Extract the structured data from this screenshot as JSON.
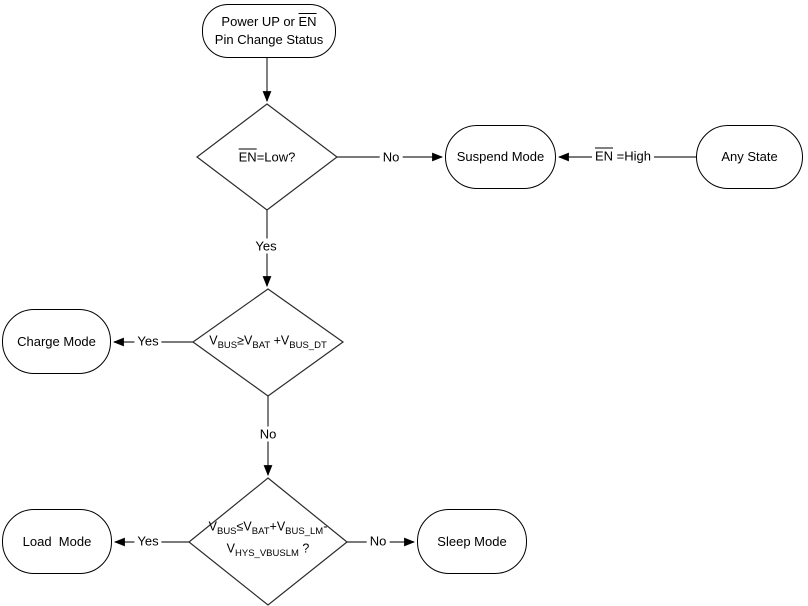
{
  "colors": {
    "background": "#ffffff",
    "line": "#2b2b2b",
    "text": "#000000"
  },
  "nodes": {
    "start": {
      "line1_pre": "Power UP or ",
      "line1_overline": "EN",
      "line2": "Pin Change Status"
    },
    "suspend": {
      "label": "Suspend Mode"
    },
    "any_state": {
      "label": "Any State"
    },
    "charge": {
      "label": "Charge Mode"
    },
    "load": {
      "label": "Load  Mode"
    },
    "sleep": {
      "label": "Sleep Mode"
    }
  },
  "decisions": {
    "en_low": {
      "overline": "EN",
      "rest": "=Low?"
    },
    "vbus_charge": {
      "v1": "V",
      "sub1": "BUS",
      "op1": "≥",
      "v2": "V",
      "sub2": "BAT",
      "op2": " +",
      "v3": "V",
      "sub3": "BUS_DT"
    },
    "vbus_load": {
      "v1": "V",
      "sub1": "BUS",
      "op1": "≤",
      "v2": "V",
      "sub2": "BAT",
      "op2": "+",
      "v3": "V",
      "sub3": "BUS_LM",
      "tail1": "-",
      "v4": "V",
      "sub4": "HYS_VBUSLM",
      "tail2": " ?"
    }
  },
  "edge_labels": {
    "no_to_suspend": "No",
    "en_high_overline": "EN",
    "en_high_rest": " =High",
    "yes_en_low": "Yes",
    "yes_to_charge": "Yes",
    "no_vbus_charge": "No",
    "yes_to_load": "Yes",
    "no_to_sleep": "No"
  }
}
